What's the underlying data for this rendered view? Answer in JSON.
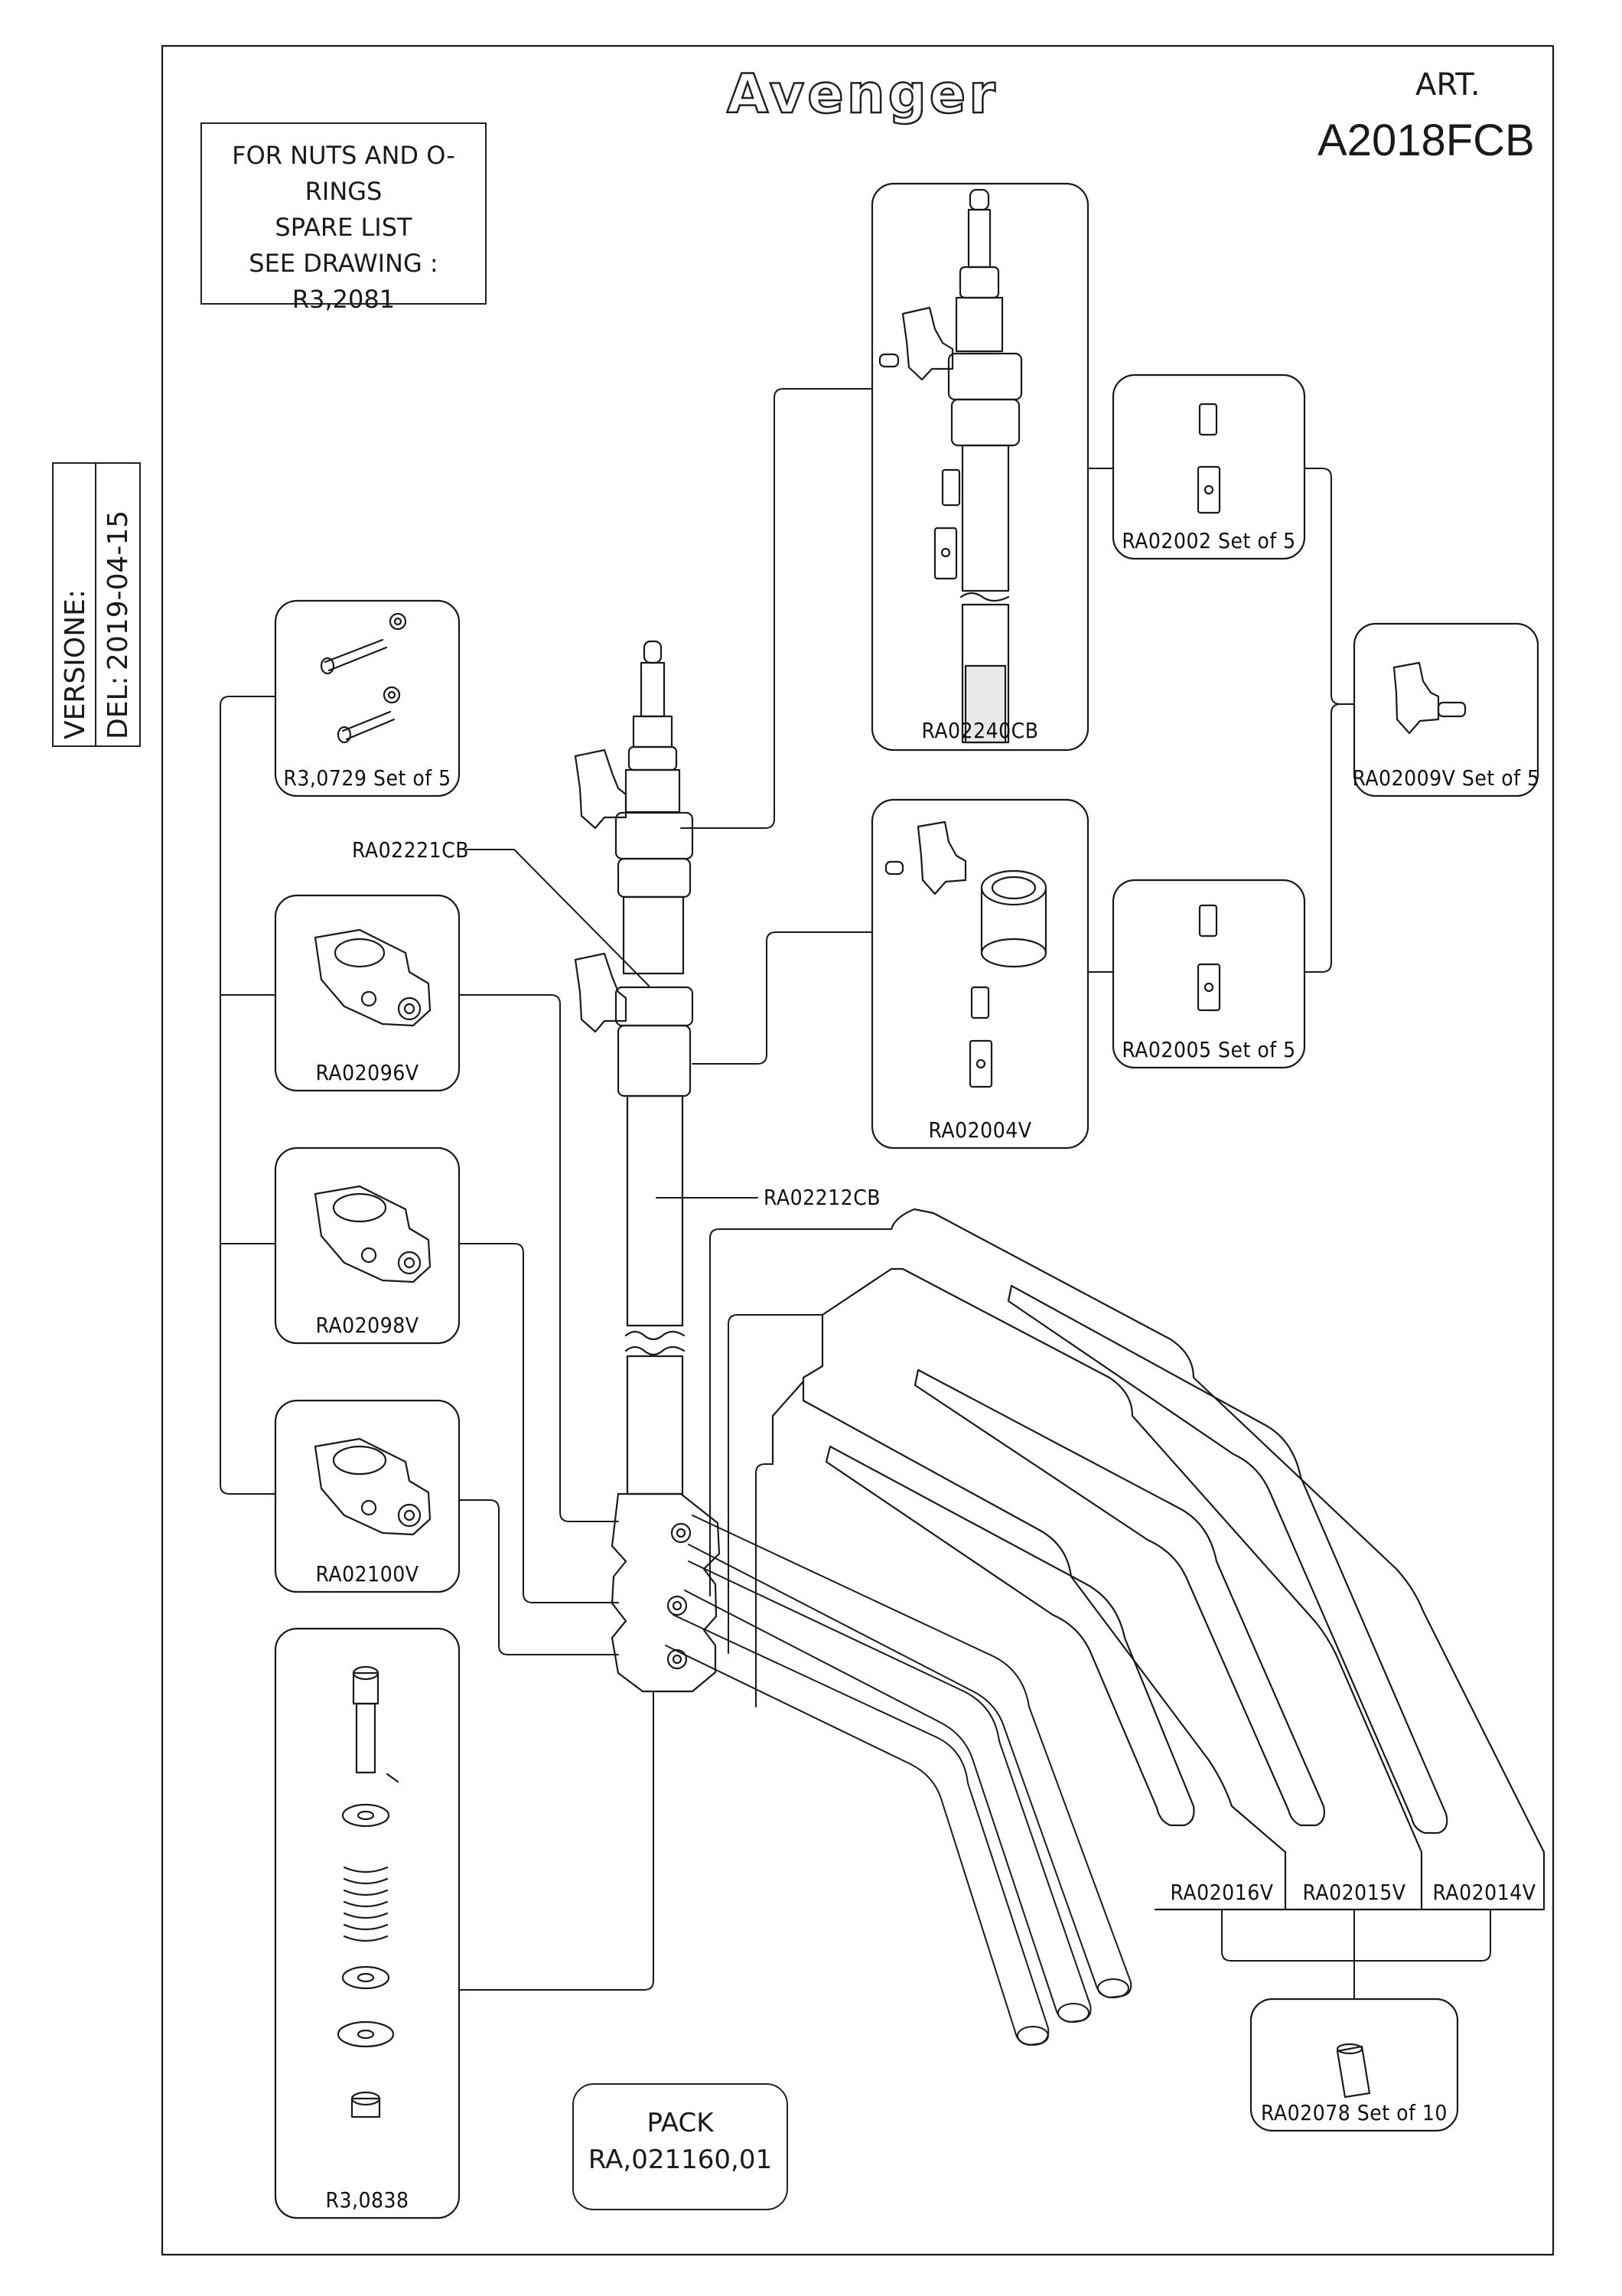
{
  "brand": "Avenger",
  "article": {
    "label": "ART.",
    "code": "A2018FCB"
  },
  "note": {
    "lines": [
      "FOR NUTS AND O-RINGS",
      "SPARE LIST",
      "SEE DRAWING :",
      "R3,2081"
    ]
  },
  "version": {
    "label": "VERSIONE:",
    "date_label": "DEL:",
    "date": "2019-04-15"
  },
  "pack": {
    "title": "PACK",
    "code": "RA,021160,01"
  },
  "parts": {
    "ra02240cb": "RA02240CB",
    "ra02002": "RA02002 Set of 5",
    "ra02009v": "RA02009V Set of 5",
    "ra02005": "RA02005 Set of 5",
    "ra02004v": "RA02004V",
    "r3_0729": "R3,0729 Set of 5",
    "ra02221cb": "RA02221CB",
    "ra02096v": "RA02096V",
    "ra02098v": "RA02098V",
    "ra02100v": "RA02100V",
    "ra02212cb": "RA02212CB",
    "r3_0838": "R3,0838",
    "ra02016v": "RA02016V",
    "ra02015v": "RA02015V",
    "ra02014v": "RA02014V",
    "ra02078": "RA02078 Set of 10"
  }
}
